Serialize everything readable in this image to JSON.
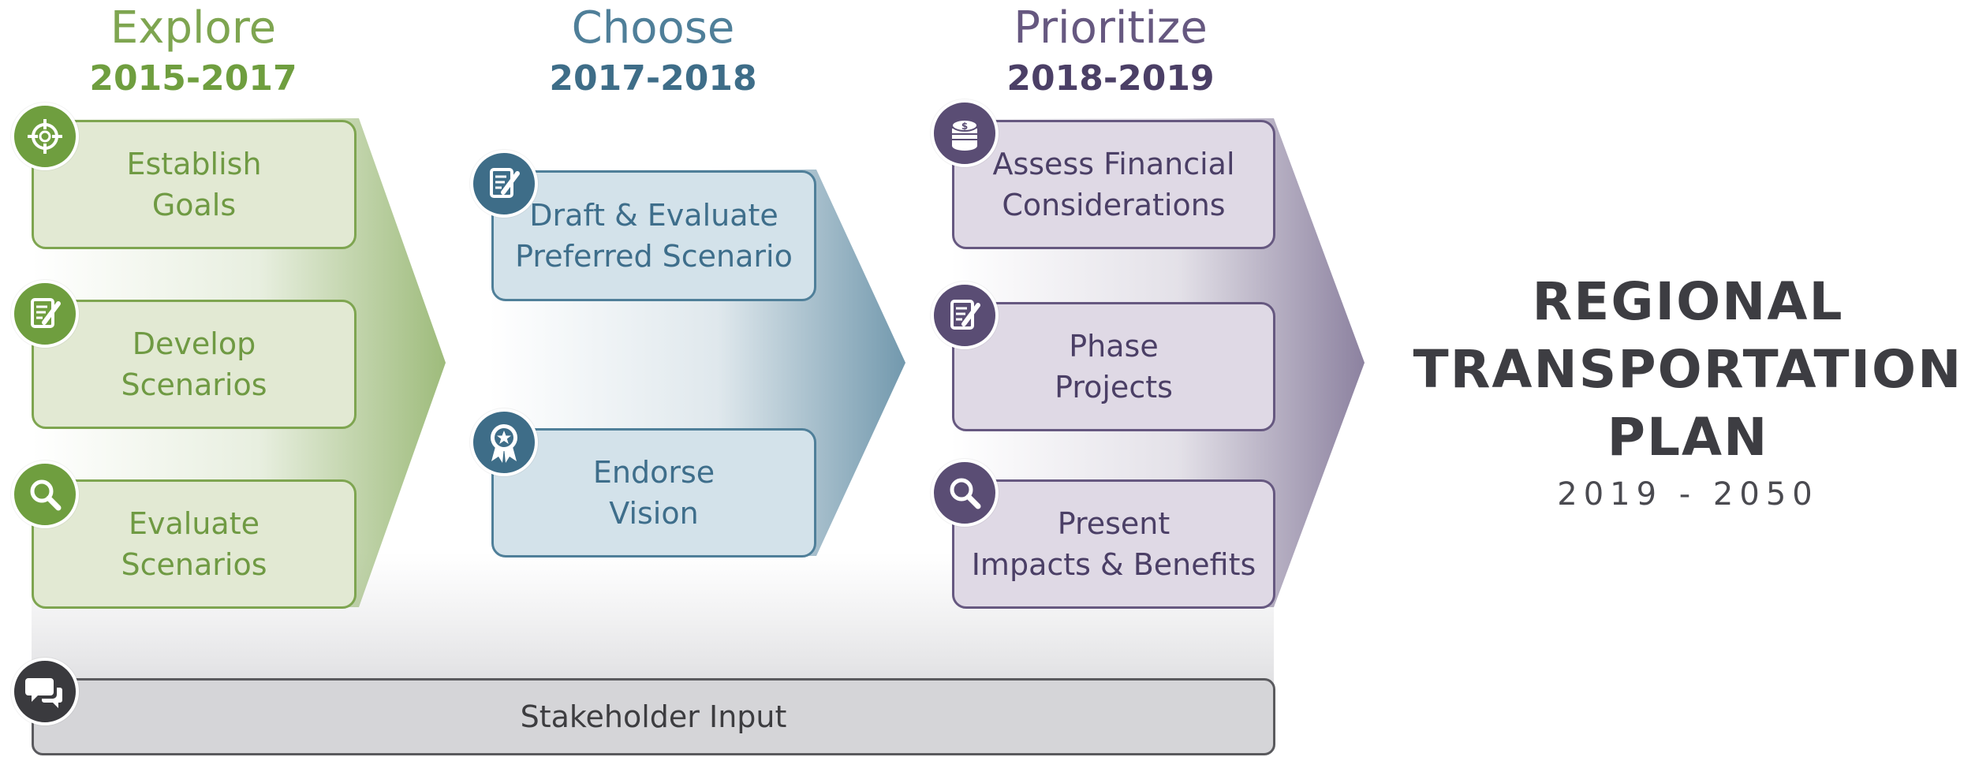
{
  "phases": [
    {
      "title": "Explore",
      "years": "2015-2017",
      "color": "#6f9e3f"
    },
    {
      "title": "Choose",
      "years": "2017-2018",
      "color": "#3e6d88"
    },
    {
      "title": "Prioritize",
      "years": "2018-2019",
      "color": "#5a4d74"
    }
  ],
  "steps": {
    "establish_goals": {
      "line1": "Establish",
      "line2": "Goals",
      "icon": "target-icon"
    },
    "develop_scenarios": {
      "line1": "Develop",
      "line2": "Scenarios",
      "icon": "document-edit-icon"
    },
    "evaluate_scenarios": {
      "line1": "Evaluate",
      "line2": "Scenarios",
      "icon": "magnifier-icon"
    },
    "draft_evaluate": {
      "line1": "Draft & Evaluate",
      "line2": "Preferred Scenario",
      "icon": "document-edit-icon"
    },
    "endorse_vision": {
      "line1": "Endorse",
      "line2": "Vision",
      "icon": "award-ribbon-icon"
    },
    "assess_financial": {
      "line1": "Assess Financial",
      "line2": "Considerations",
      "icon": "coin-stack-icon"
    },
    "phase_projects": {
      "line1": "Phase",
      "line2": "Projects",
      "icon": "document-edit-icon"
    },
    "present_impacts": {
      "line1": "Present",
      "line2": "Impacts & Benefits",
      "icon": "magnifier-icon"
    }
  },
  "stakeholder": {
    "label": "Stakeholder Input",
    "icon": "speech-bubbles-icon"
  },
  "plan": {
    "line1": "REGIONAL",
    "line2": "TRANSPORTATION",
    "line3": "PLAN",
    "years": "2019 - 2050"
  }
}
